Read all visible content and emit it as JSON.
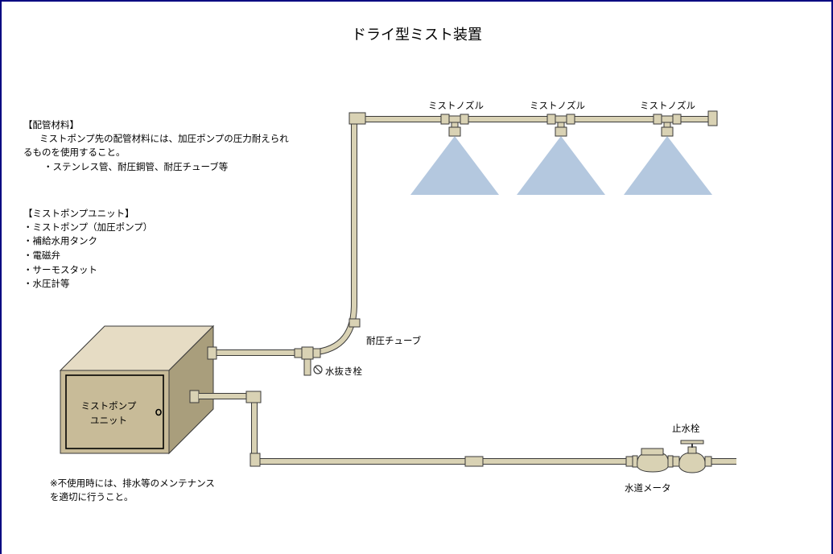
{
  "title": "ドライ型ミスト装置",
  "piping_note": {
    "heading": "【配管材料】",
    "line1": "ミストポンプ先の配管材料には、加圧ポンプの圧力耐えられ",
    "line2": "るものを使用すること。",
    "line3": "・ステンレス管、耐圧鋼管、耐圧チューブ等"
  },
  "pump_unit_note": {
    "heading": "【ミストポンプユニット】",
    "items": [
      "・ミストポンプ（加圧ポンプ）",
      "・補給水用タンク",
      "・電磁弁",
      "・サーモスタット",
      "・水圧計等"
    ]
  },
  "nozzle_labels": [
    "ミストノズル",
    "ミストノズル",
    "ミストノズル"
  ],
  "pressure_tube_label": "耐圧チューブ",
  "drain_valve_label": "水抜き栓",
  "stop_valve_label": "止水栓",
  "water_meter_label": "水道メータ",
  "unit_box_label": {
    "line1": "ミストポンプ",
    "line2": "ユニット"
  },
  "maintenance_note": {
    "line1": "※不使用時には、排水等のメンテナンス",
    "line2": "を適切に行うこと。"
  },
  "colors": {
    "frame": "#000080",
    "pipe_fill": "#d9d2b4",
    "pipe_stroke": "#3a3a3a",
    "box_front": "#c8bb98",
    "box_top": "#e6dcc4",
    "box_side": "#a99e7c",
    "spray": "#b4c8df"
  },
  "icons": [
    "mist-spray-icon",
    "drain-valve-icon",
    "stop-valve-icon",
    "water-meter-icon"
  ]
}
